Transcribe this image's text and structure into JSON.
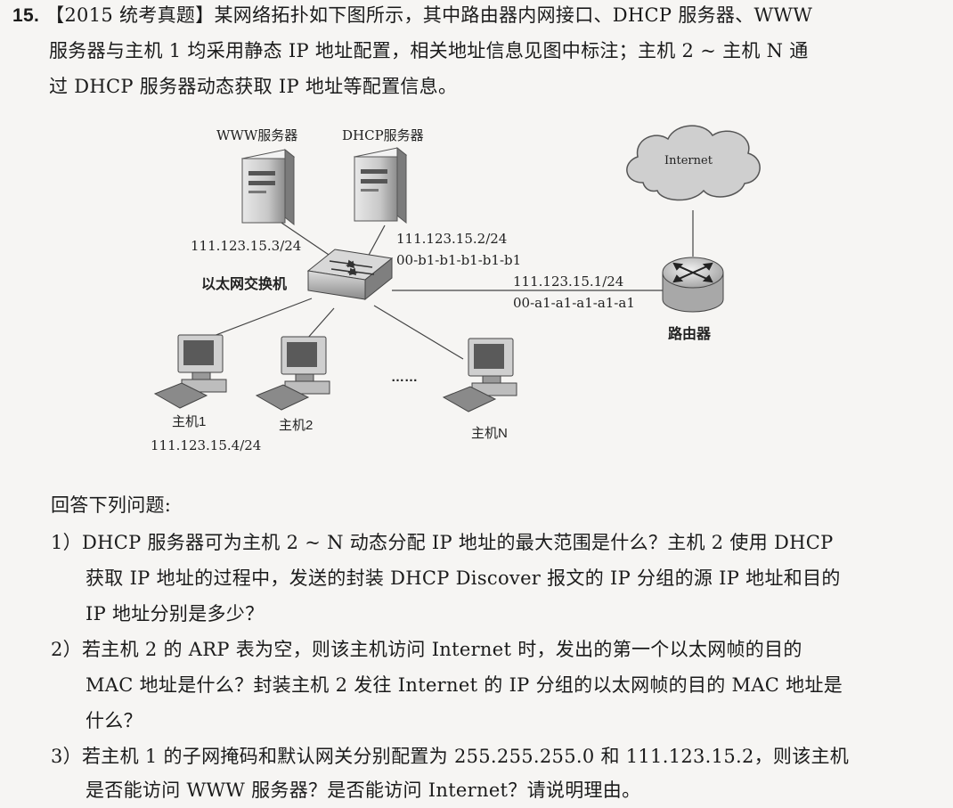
{
  "question": {
    "number": "15.",
    "lines": [
      "【2015 统考真题】某网络拓扑如下图所示，其中路由器内网接口、DHCP 服务器、WWW",
      "服务器与主机 1 均采用静态 IP 地址配置，相关地址信息见图中标注；主机 2 ~ 主机 N 通",
      "过 DHCP 服务器动态获取 IP 地址等配置信息。"
    ]
  },
  "diagram": {
    "www_server_label": "WWW服务器",
    "dhcp_server_label": "DHCP服务器",
    "internet_label": "Internet",
    "www_ip": "111.123.15.3/24",
    "dhcp_ip": "111.123.15.2/24",
    "dhcp_mac": "00-b1-b1-b1-b1-b1",
    "switch_label": "以太网交换机",
    "router_ip": "111.123.15.1/24",
    "router_mac": "00-a1-a1-a1-a1-a1",
    "router_label": "路由器",
    "host1_label": "主机1",
    "host1_ip": "111.123.15.4/24",
    "host2_label": "主机2",
    "ellipsis": "……",
    "hostn_label": "主机N"
  },
  "answer_prompt": "回答下列问题:",
  "items": [
    {
      "num": "1）",
      "lines": [
        "DHCP 服务器可为主机 2 ~ N 动态分配 IP 地址的最大范围是什么？主机 2 使用 DHCP",
        "获取 IP 地址的过程中，发送的封装 DHCP Discover 报文的 IP 分组的源 IP 地址和目的",
        "IP 地址分别是多少？"
      ]
    },
    {
      "num": "2）",
      "lines": [
        "若主机 2 的 ARP 表为空，则该主机访问 Internet 时，发出的第一个以太网帧的目的",
        "MAC 地址是什么？封装主机 2 发往 Internet 的 IP 分组的以太网帧的目的 MAC 地址是",
        "什么？"
      ]
    },
    {
      "num": "3）",
      "lines": [
        "若主机 1 的子网掩码和默认网关分别配置为 255.255.255.0 和 111.123.15.2，则该主机",
        "是否能访问 WWW 服务器？是否能访问 Internet？请说明理由。"
      ]
    }
  ]
}
